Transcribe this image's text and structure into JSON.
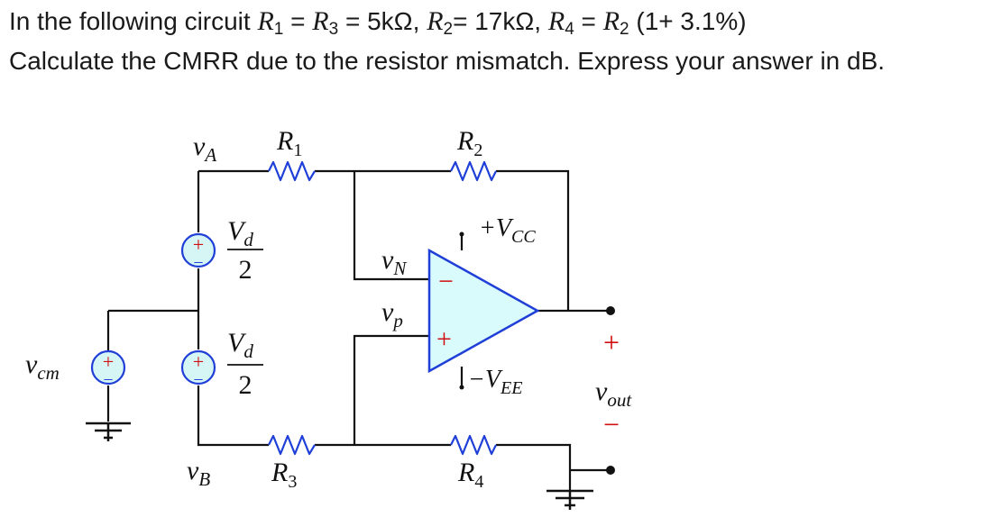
{
  "question": {
    "line1_prefix": "In the following circuit ",
    "r1": "R",
    "r1_sub": "1",
    "eq1": " = ",
    "r3": "R",
    "r3_sub": "3",
    "val1": " = 5kΩ, ",
    "r2": "R",
    "r2_sub": "2",
    "val2": "= 17kΩ, ",
    "r4": "R",
    "r4_sub": "4",
    "eq4": " = ",
    "r2b": "R",
    "r2b_sub": "2",
    "tolerance": " (1+ 3.1%)",
    "line2": "Calculate the CMRR due to the resistor mismatch. Express  your answer in dB."
  },
  "circuit": {
    "node_va": "v",
    "node_va_sub": "A",
    "node_vb": "v",
    "node_vb_sub": "B",
    "node_vcm": "v",
    "node_vcm_sub": "cm",
    "node_vn": "v",
    "node_vn_sub": "N",
    "node_vp": "v",
    "node_vp_sub": "p",
    "r1": "R",
    "r1_sub": "1",
    "r2": "R",
    "r2_sub": "2",
    "r3": "R",
    "r3_sub": "3",
    "r4": "R",
    "r4_sub": "4",
    "vd": "V",
    "vd_sub": "d",
    "half_den": "2",
    "vcc_prefix": "+V",
    "vcc_sub": "CC",
    "vee_prefix": "−V",
    "vee_sub": "EE",
    "opamp_minus": "−",
    "opamp_plus": "+",
    "source_plus": "+",
    "source_minus": "−",
    "vout": "v",
    "vout_sub": "out",
    "vout_plus": "+",
    "vout_minus": "−"
  },
  "colors": {
    "wire": "#111111",
    "resistor": "#1f3fd8",
    "opamp_fill": "#d9fbfb",
    "opamp_stroke": "#1f3fd8",
    "source_fill": "#d6f6f6",
    "source_plus": "#d01010",
    "source_minus": "#1f3fd8",
    "opamp_minus_sign": "#d01010",
    "opamp_plus_sign": "#d01010",
    "vout_plus": "#d01010",
    "vout_minus": "#d01010"
  }
}
